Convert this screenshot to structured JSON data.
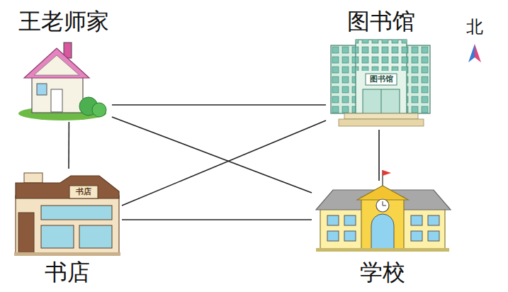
{
  "diagram": {
    "nodes": [
      {
        "text": [
          "王老师家"
        ]
      },
      {
        "text": [
          "图书馆",
          "图书馆"
        ]
      },
      {
        "text": [
          "书店",
          "书店"
        ]
      },
      {
        "text": [
          "学校"
        ]
      }
    ],
    "edges": [
      {
        "from": 0,
        "to": 1,
        "arrow": "none"
      },
      {
        "from": 0,
        "to": 2,
        "arrow": "none"
      },
      {
        "from": 0,
        "to": 3,
        "arrow": "none"
      },
      {
        "from": 1,
        "to": 2,
        "arrow": "none"
      },
      {
        "from": 1,
        "to": 3,
        "arrow": "none"
      },
      {
        "from": 2,
        "to": 3,
        "arrow": "none"
      }
    ],
    "labels": [
      "北"
    ]
  }
}
